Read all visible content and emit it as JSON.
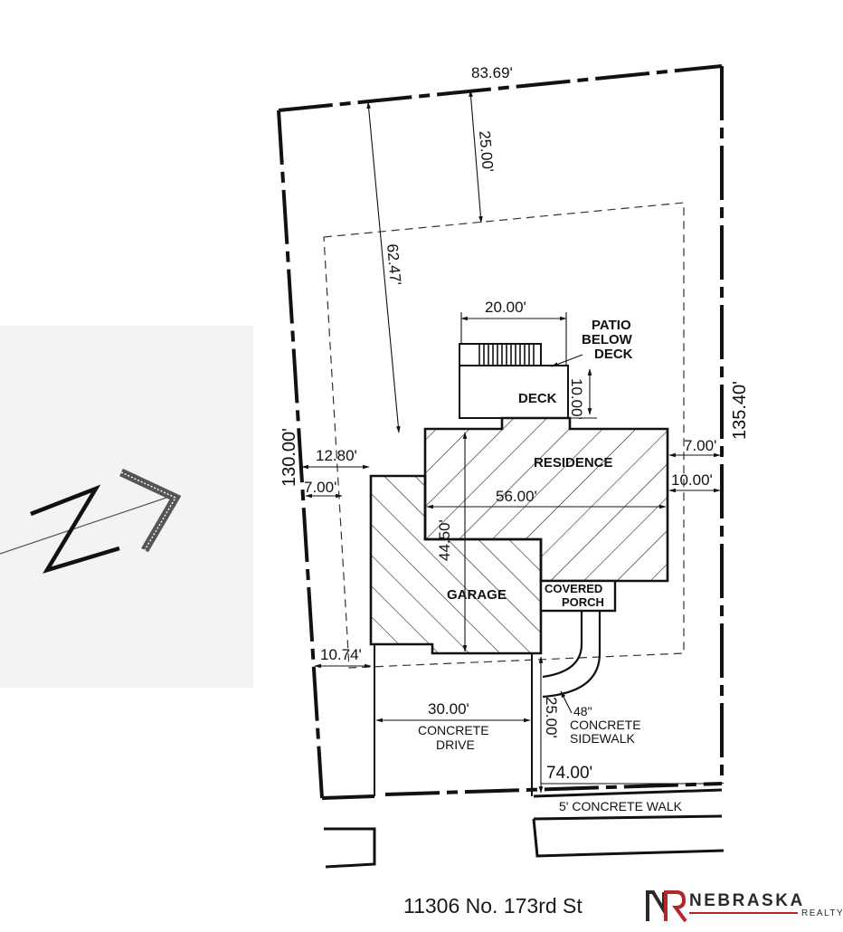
{
  "plan": {
    "dimensions": {
      "top_lot": "83.69'",
      "front_setback": "25.00'",
      "diagonal": "62.47'",
      "deck_width": "20.00'",
      "deck_depth": "10.00'",
      "right_lot": "135.40'",
      "left_lot": "130.00'",
      "left_side_12": "12.80'",
      "left_side_7": "7.00'",
      "right_side_7": "7.00'",
      "right_side_10": "10.00'",
      "house_width": "56.00'",
      "house_depth": "44.50'",
      "bottom_left_offset": "10.74'",
      "drive_width": "30.00'",
      "walk_setback": "25.00'",
      "bottom_lot": "74.00'"
    },
    "labels": {
      "patio": [
        "PATIO",
        "BELOW",
        "DECK"
      ],
      "deck": "DECK",
      "residence": "RESIDENCE",
      "garage": "GARAGE",
      "covered_porch": [
        "COVERED",
        "PORCH"
      ],
      "sidewalk": [
        "48\"",
        "CONCRETE",
        "SIDEWALK"
      ],
      "drive": [
        "CONCRETE",
        "DRIVE"
      ],
      "walk": "5' CONCRETE WALK"
    }
  },
  "footer": {
    "address": "11306 No. 173rd St",
    "brand": "NEBRASKA",
    "brand_sub": "REALTY",
    "brand_mark": "NR",
    "brand_color": "#b3262a"
  }
}
